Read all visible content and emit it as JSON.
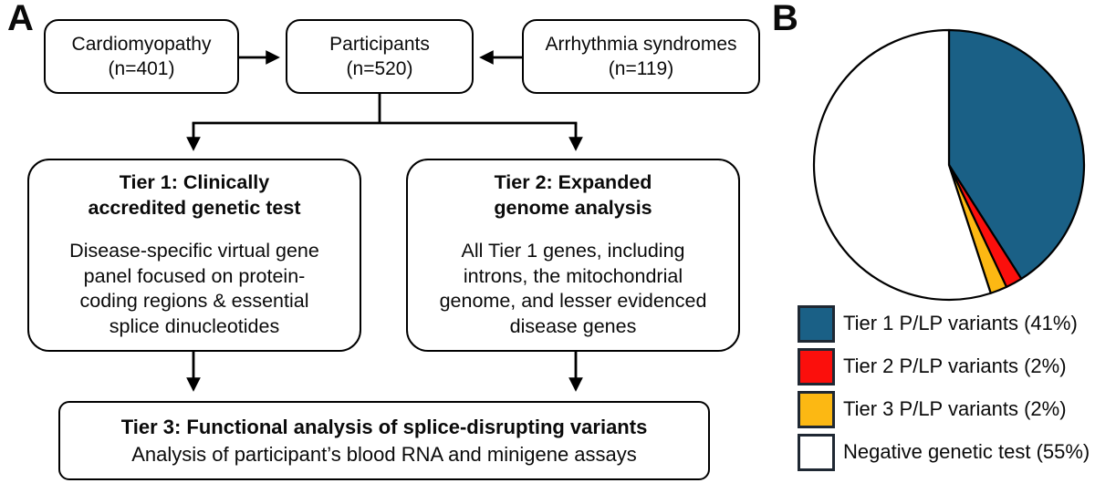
{
  "panel_a": {
    "label": "A",
    "cardiomyopathy": {
      "lines": [
        "Cardiomyopathy",
        "(n=401)"
      ]
    },
    "participants": {
      "lines": [
        "Participants",
        "(n=520)"
      ]
    },
    "arrhythmia": {
      "lines": [
        "Arrhythmia syndromes",
        "(n=119)"
      ]
    },
    "tier1": {
      "title_lines": [
        "Tier 1: Clinically",
        "accredited genetic test"
      ],
      "body_lines": [
        "Disease-specific virtual gene",
        "panel focused on protein-",
        "coding regions & essential",
        "splice dinucleotides"
      ]
    },
    "tier2": {
      "title_lines": [
        "Tier 2: Expanded",
        "genome analysis"
      ],
      "body_lines": [
        "All Tier 1 genes, including",
        "introns, the mitochondrial",
        "genome, and lesser evidenced",
        "disease genes"
      ]
    },
    "tier3": {
      "title": "Tier 3: Functional analysis of splice-disrupting variants",
      "body": "Analysis of participant’s blood RNA and minigene assays"
    }
  },
  "panel_b": {
    "label": "B"
  },
  "chart_data": {
    "type": "pie",
    "title": "",
    "start_angle_deg": 0,
    "direction": "clockwise",
    "legend_position": "below",
    "outline_color": "#000000",
    "slices": [
      {
        "label": "Tier 1 P/LP variants (41%)",
        "value": 41,
        "color": "#1A6086"
      },
      {
        "label": "Tier 2 P/LP variants (2%)",
        "value": 2,
        "color": "#FB0F0C"
      },
      {
        "label": "Tier 3 P/LP variants (2%)",
        "value": 2,
        "color": "#FCB813"
      },
      {
        "label": "Negative genetic test (55%)",
        "value": 55,
        "color": "#FFFFFF"
      }
    ]
  }
}
